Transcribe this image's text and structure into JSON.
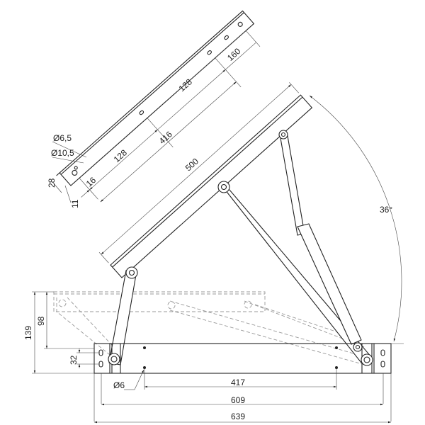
{
  "drawing": {
    "detail_bar": {
      "hole_small": "Ø6,5",
      "hole_large": "Ø10,5",
      "width": "28",
      "edge_offset": "11",
      "first_hole": "16",
      "spacing_1": "128",
      "spacing_2": "128",
      "spacing_total": "416",
      "spacing_end": "160"
    },
    "lid": {
      "length": "500",
      "angle": "36°"
    },
    "base": {
      "height_total": "139",
      "height_closed": "98",
      "slot_spacing": "32",
      "hole": "Ø6",
      "hole_spacing": "417",
      "slot_distance": "609",
      "length": "639"
    }
  }
}
